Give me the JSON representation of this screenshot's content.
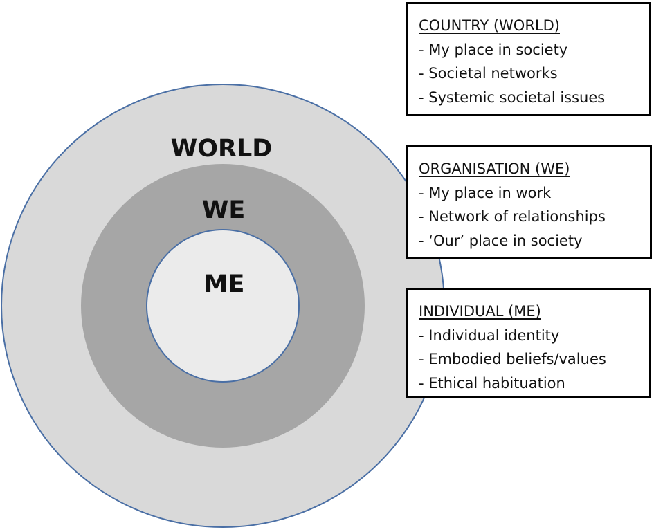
{
  "diagram": {
    "rings": {
      "outer": {
        "label": "WORLD",
        "fill": "#d9d9d9"
      },
      "middle": {
        "label": "WE",
        "fill": "#a6a6a6"
      },
      "inner": {
        "label": "ME",
        "fill": "#ebebeb"
      },
      "stroke": "#4a6fa5"
    },
    "boxes": {
      "country": {
        "title": "COUNTRY (WORLD)",
        "items": [
          "My place in society",
          "Societal networks",
          "Systemic societal issues"
        ]
      },
      "organisation": {
        "title": "ORGANISATION (WE)",
        "items": [
          "My place in work",
          "Network of relationships",
          "‘Our’ place in society"
        ]
      },
      "individual": {
        "title": "INDIVIDUAL (ME)",
        "items": [
          "Individual identity",
          "Embodied beliefs/values",
          "Ethical habituation"
        ]
      }
    }
  }
}
